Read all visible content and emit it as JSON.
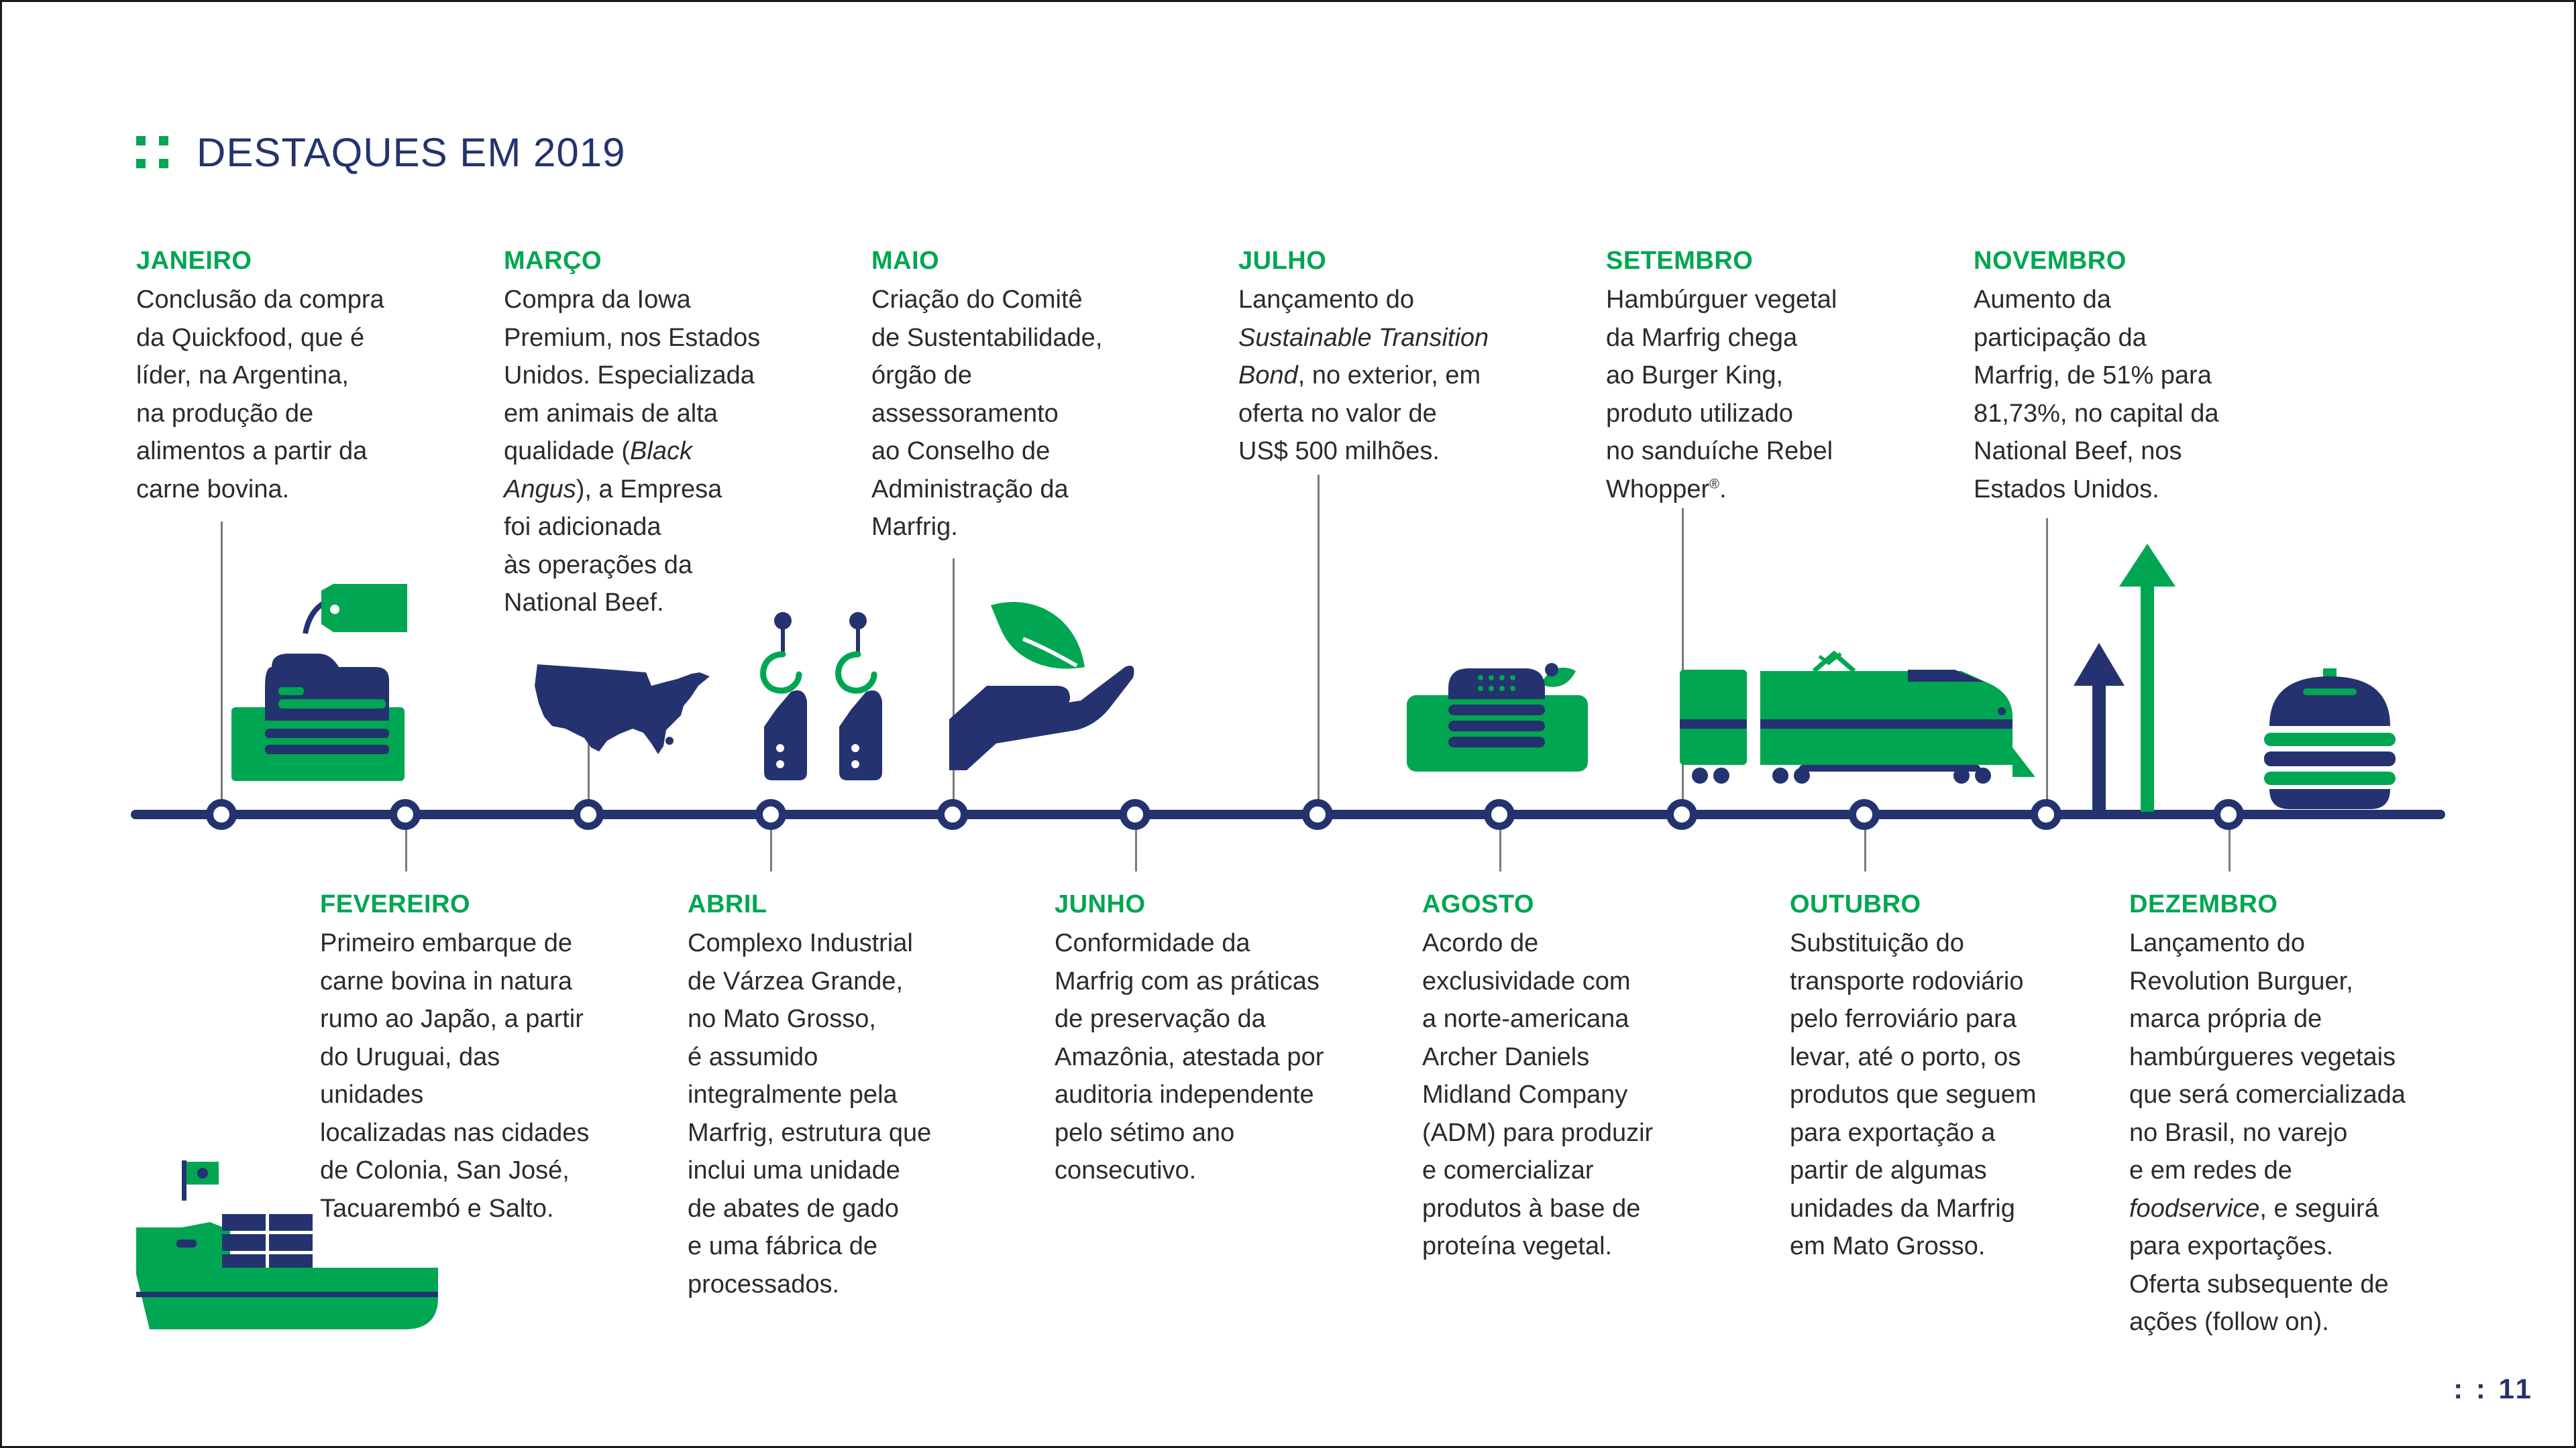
{
  "header": {
    "title": "DESTAQUES EM 2019"
  },
  "page_number": ": : 11",
  "colors": {
    "green": "#00a651",
    "navy": "#24336f"
  },
  "events": {
    "janeiro": {
      "month": "JANEIRO",
      "lines": [
        "Conclusão da compra",
        "da Quickfood, que é",
        "líder, na Argentina,",
        "na produção de",
        "alimentos a partir da",
        "carne bovina."
      ],
      "icon": "meat-tag-icon"
    },
    "fevereiro": {
      "month": "FEVEREIRO",
      "lines": [
        "Primeiro embarque de",
        "carne bovina in natura",
        "rumo ao Japão, a partir",
        "do Uruguai, das unidades",
        "localizadas nas cidades",
        "de Colonia, San José,",
        "Tacuarembó e Salto."
      ],
      "icon": "cargo-ship-icon"
    },
    "marco": {
      "month": "MARÇO",
      "lines": [
        "Compra da Iowa",
        "Premium, nos Estados",
        "Unidos. Especializada",
        "em animais de alta",
        "qualidade (",
        "Black",
        "Angus",
        "), a Empresa",
        "foi adicionada",
        "às operações da",
        "National Beef."
      ],
      "icon": "usa-map-icon"
    },
    "abril": {
      "month": "ABRIL",
      "lines": [
        "Complexo Industrial",
        "de Várzea Grande,",
        "no Mato Grosso,",
        "é assumido",
        "integralmente pela",
        "Marfrig, estrutura que",
        "inclui uma unidade",
        "de abates de gado",
        "e uma fábrica de",
        "processados."
      ],
      "icon": "meat-hooks-icon"
    },
    "maio": {
      "month": "MAIO",
      "lines": [
        "Criação do Comitê",
        "de Sustentabilidade,",
        "órgão de",
        "assessoramento",
        "ao Conselho de",
        "Administração da",
        "Marfrig."
      ],
      "icon": "hand-leaf-icon"
    },
    "junho": {
      "month": "JUNHO",
      "lines": [
        "Conformidade da",
        "Marfrig com as práticas",
        "de preservação da",
        "Amazônia, atestada por",
        "auditoria independente",
        "pelo sétimo ano",
        "consecutivo."
      ]
    },
    "julho": {
      "month": "JULHO",
      "lines": [
        "Lançamento do",
        "Sustainable Transition",
        "Bond",
        ", no exterior, em",
        "oferta no valor de",
        "US$ 500 milhões."
      ]
    },
    "agosto": {
      "month": "AGOSTO",
      "lines": [
        "Acordo de",
        "exclusividade com",
        "a norte-americana",
        "Archer Daniels",
        "Midland Company",
        "(ADM) para produzir",
        "e comercializar",
        "produtos à base de",
        "proteína vegetal."
      ],
      "icon": "plant-burger-icon"
    },
    "setembro": {
      "month": "SETEMBRO",
      "lines": [
        "Hambúrguer vegetal",
        "da Marfrig chega",
        "ao Burger King,",
        "produto utilizado",
        "no sanduíche Rebel",
        "Whopper",
        "®",
        "."
      ],
      "icon": "train-icon"
    },
    "outubro": {
      "month": "OUTUBRO",
      "lines": [
        "Substituição do",
        "transporte rodoviário",
        "pelo ferroviário para",
        "levar, até o porto, os",
        "produtos que seguem",
        "para exportação a",
        "partir de algumas",
        "unidades da Marfrig",
        "em Mato Grosso."
      ]
    },
    "novembro": {
      "month": "NOVEMBRO",
      "lines": [
        "Aumento da",
        "participação da",
        "Marfrig, de 51% para",
        "81,73%, no capital da",
        "National Beef, nos",
        "Estados Unidos."
      ],
      "icon": "growth-arrows-icon"
    },
    "dezembro": {
      "month": "DEZEMBRO",
      "lines": [
        "Lançamento do",
        "Revolution Burguer,",
        "marca própria de",
        "hambúrgueres vegetais",
        "que será comercializada",
        "no Brasil, no varejo",
        "e em redes de",
        "foodservice",
        ", e seguirá",
        "para exportações.",
        "Oferta subsequente de",
        "ações (follow on)."
      ],
      "icon": "burger-icon"
    }
  }
}
